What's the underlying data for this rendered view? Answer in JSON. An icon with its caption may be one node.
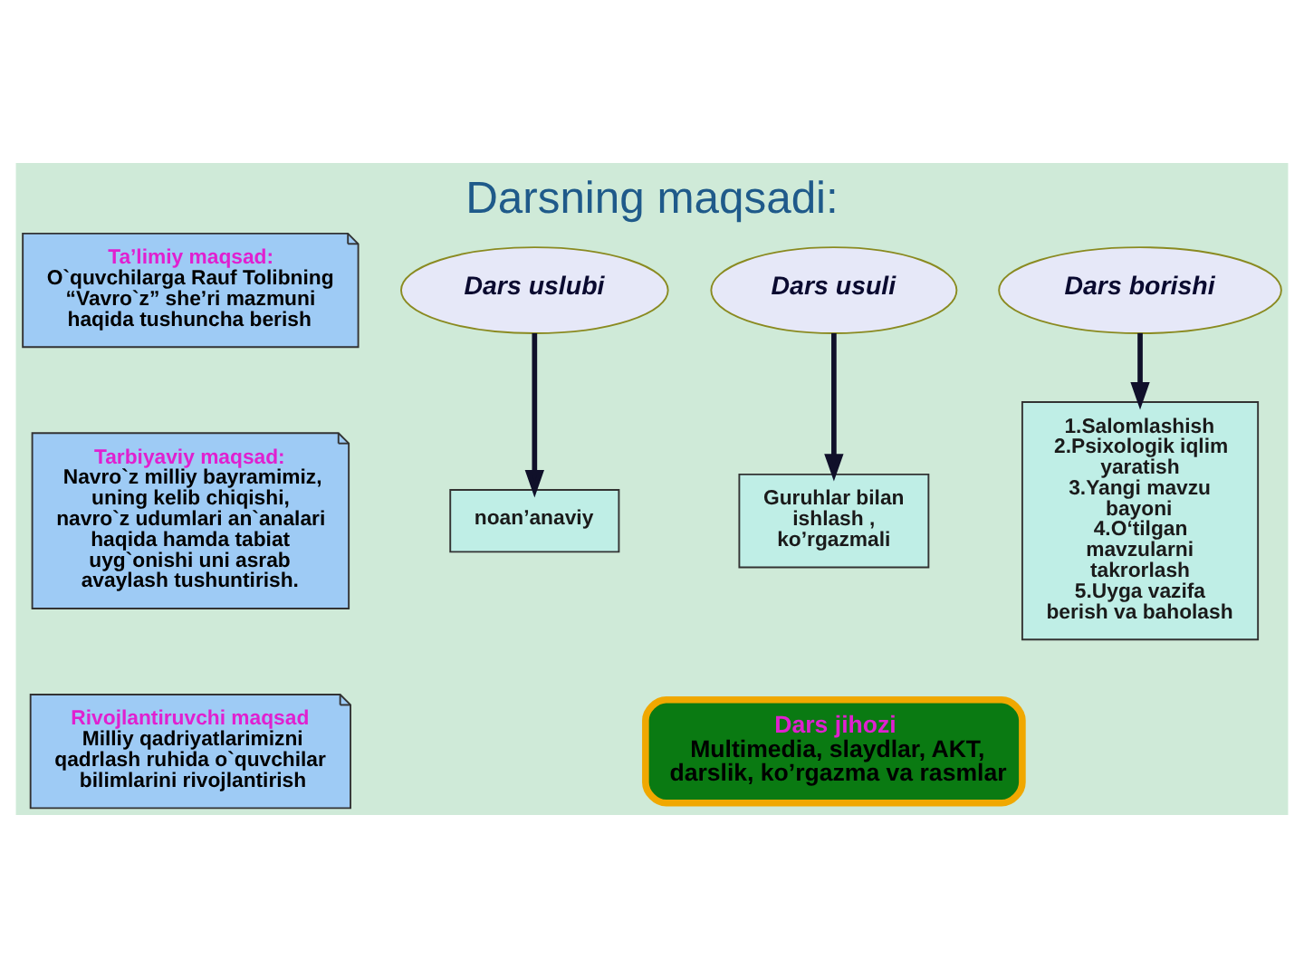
{
  "diagram": {
    "title": "Darsning maqsadi:",
    "nodes": [
      {
        "text": [
          "Ta’limiy maqsad:",
          "O`quvchilarga Rauf Tolibning “Vavro`z” she’ri mazmuni haqida tushuncha berish"
        ]
      },
      {
        "text": [
          "Tarbiyaviy maqsad:",
          "Navro`z milliy bayramimiz, uning kelib chiqishi, navro`z udumlari an`analari haqida hamda tabiat uyg`onishi uni asrab avaylash tushuntirish."
        ]
      },
      {
        "text": [
          "Rivojlantiruvchi maqsad",
          "Milliy qadriyatlarimizni qadrlash ruhida o`quvchilar bilimlarini rivojlantirish"
        ]
      },
      {
        "text": [
          "Dars uslubi"
        ]
      },
      {
        "text": [
          "Dars usuli"
        ]
      },
      {
        "text": [
          "Dars borishi"
        ]
      },
      {
        "text": [
          "noan’anaviy"
        ]
      },
      {
        "text": [
          "Guruhlar bilan ishlash , ko’rgazmali"
        ]
      },
      {
        "text": [
          "1.Salomlashish",
          "2.Psixologik iqlim yaratish",
          "3.Yangi mavzu bayoni",
          "4.O‘tilgan mavzularni takrorlash",
          "5.Uyga vazifa berish va baholash"
        ]
      },
      {
        "text": [
          "Dars jihozi",
          "Multimedia, slaydlar, AKT, darslik, ko’rgazma va rasmlar"
        ]
      }
    ],
    "edges": [
      {
        "from": 3,
        "to": 6,
        "arrow": "to"
      },
      {
        "from": 4,
        "to": 7,
        "arrow": "to"
      },
      {
        "from": 5,
        "to": 8,
        "arrow": "to"
      }
    ]
  }
}
